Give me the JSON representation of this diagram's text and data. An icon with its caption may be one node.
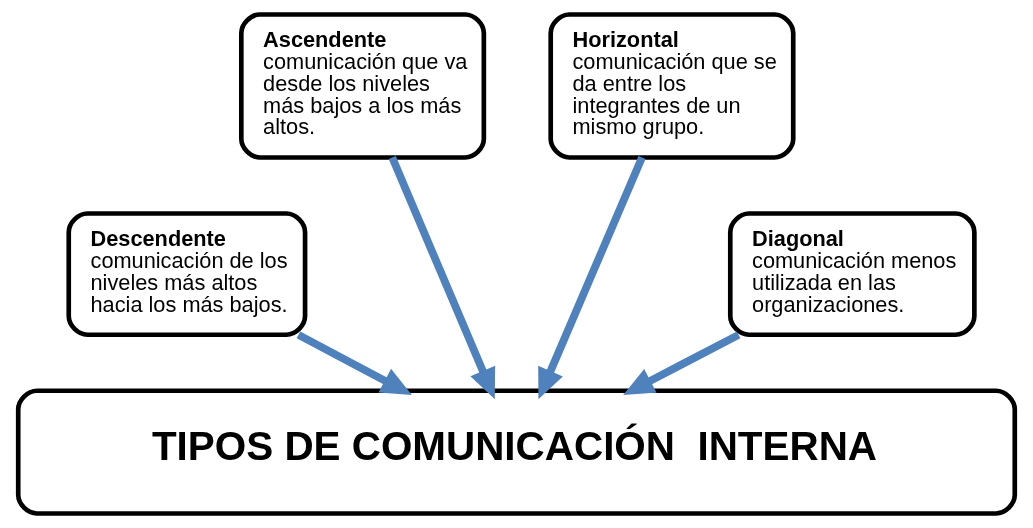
{
  "diagram": {
    "nodes": [
      {
        "text": [
          "Descendente",
          "comunicación de los niveles más altos hacia los más bajos."
        ]
      },
      {
        "text": [
          "Ascendente",
          "comunicación que va desde los niveles más bajos a los más altos."
        ]
      },
      {
        "text": [
          "Horizontal",
          "comunicación que se da entre los integrantes de un mismo grupo."
        ]
      },
      {
        "text": [
          "Diagonal",
          "comunicación menos utilizada en las organizaciones."
        ]
      },
      {
        "text": [
          "TIPOS DE COMUNICACIÓN  INTERNA"
        ]
      }
    ],
    "edges": [
      {
        "from": 0,
        "to": 4,
        "arrow": "to"
      },
      {
        "from": 1,
        "to": 4,
        "arrow": "to"
      },
      {
        "from": 2,
        "to": 4,
        "arrow": "to"
      },
      {
        "from": 3,
        "to": 4,
        "arrow": "to"
      }
    ]
  }
}
